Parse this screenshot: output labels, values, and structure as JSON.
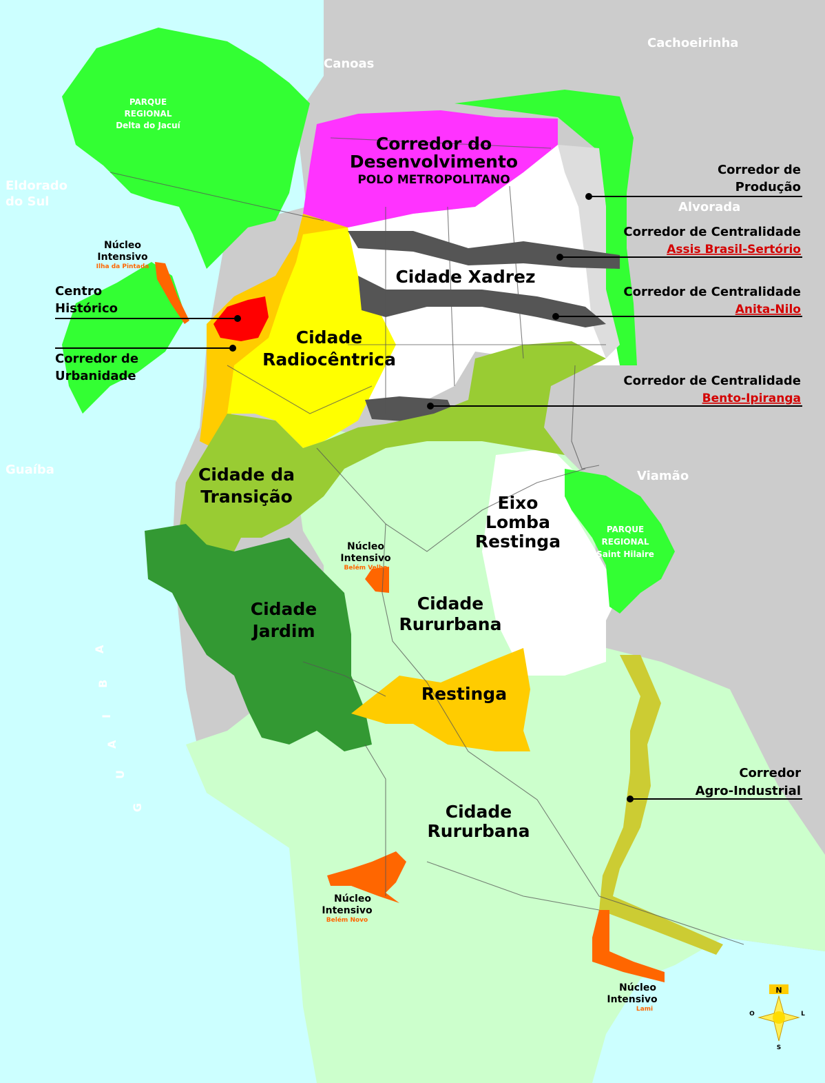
{
  "municipalities": {
    "canoas": "Canoas",
    "cachoeirinha": "Cachoeirinha",
    "eldorado_l1": "Eldorado",
    "eldorado_l2": "do Sul",
    "alvorada": "Alvorada",
    "viamao": "Viamão",
    "guaiba": "Guaíba"
  },
  "water": {
    "guaiba_letters": [
      "G",
      "U",
      "A",
      "I",
      "B",
      "A"
    ]
  },
  "parks": {
    "jacui": {
      "l1": "PARQUE",
      "l2": "REGIONAL",
      "l3": "Delta do Jacuí"
    },
    "hilaire": {
      "l1": "PARQUE",
      "l2": "REGIONAL",
      "l3": "Saint Hilaire"
    }
  },
  "zones": {
    "desenvolvimento": {
      "l1": "Corredor do",
      "l2": "Desenvolvimento",
      "l3": "POLO METROPOLITANO"
    },
    "xadrez": "Cidade Xadrez",
    "radiocentrica": {
      "l1": "Cidade",
      "l2": "Radiocêntrica"
    },
    "transicao": {
      "l1": "Cidade da",
      "l2": "Transição"
    },
    "lomba": {
      "l1": "Eixo",
      "l2": "Lomba",
      "l3": "Restinga"
    },
    "jardim": {
      "l1": "Cidade",
      "l2": "Jardim"
    },
    "rururbana_1": {
      "l1": "Cidade",
      "l2": "Rururbana"
    },
    "restinga": "Restinga",
    "rururbana_2": {
      "l1": "Cidade",
      "l2": "Rururbana"
    }
  },
  "nucleos": {
    "pintada": {
      "l1": "Núcleo",
      "l2": "Intensivo",
      "sub": "Ilha da Pintada"
    },
    "belem_velho": {
      "l1": "Núcleo",
      "l2": "Intensivo",
      "sub": "Belém Velho"
    },
    "belem_novo": {
      "l1": "Núcleo",
      "l2": "Intensivo",
      "sub": "Belém Novo"
    },
    "lami": {
      "l1": "Núcleo",
      "l2": "Intensivo",
      "sub": "Lami"
    }
  },
  "callouts": {
    "centro_historico": {
      "l1": "Centro",
      "l2": "Histórico"
    },
    "urbanidade": {
      "l1": "Corredor de",
      "l2": "Urbanidade"
    },
    "producao": {
      "l1": "Corredor de",
      "l2": "Produção"
    },
    "assis": {
      "l1": "Corredor de Centralidade",
      "l2": "Assis Brasil-Sertório"
    },
    "anita": {
      "l1": "Corredor de Centralidade",
      "l2": "Anita-Nilo"
    },
    "bento": {
      "l1": "Corredor de Centralidade",
      "l2": "Bento-Ipiranga"
    },
    "agro": {
      "l1": "Corredor",
      "l2": "Agro-Industrial"
    }
  },
  "compass": {
    "north": "N",
    "south": "S",
    "east": "L",
    "west": "O"
  },
  "colors": {
    "land": "#cccccc",
    "water": "#ccffff",
    "park_green": "#33ff33",
    "magenta": "#ff33ff",
    "yellow": "#ffff00",
    "orange_yellow": "#ffcc00",
    "red": "#ff0000",
    "olive_green": "#99cc33",
    "dark_green": "#339933",
    "light_green": "#ccffcc",
    "dark_gray": "#555555",
    "nucleo_orange": "#ff6600",
    "callout_red": "#d40000"
  }
}
